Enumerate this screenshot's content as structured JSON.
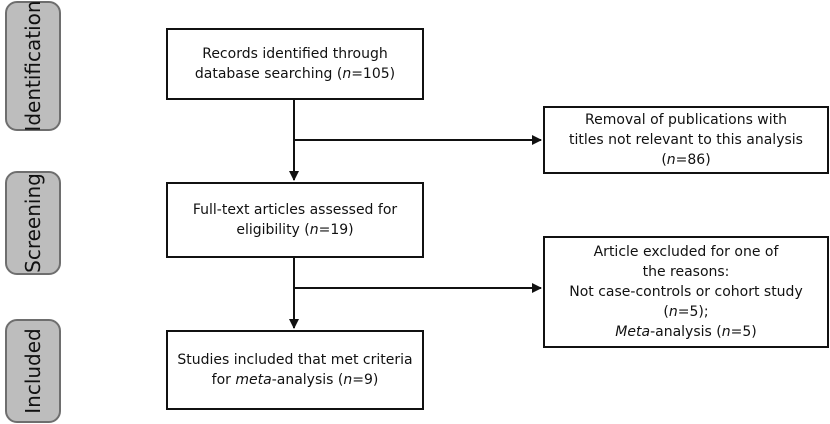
{
  "phases": {
    "identification": "Identification",
    "screening": "Screening",
    "included": "Included"
  },
  "boxes": {
    "records": {
      "line1": "Records identified through",
      "line2_pre": "database searching (",
      "line2_var": "n",
      "line2_post": "=105)"
    },
    "removal": {
      "line1": "Removal of publications with",
      "line2": "titles not relevant to this analysis",
      "line3_pre": "(",
      "line3_var": "n",
      "line3_post": "=86)"
    },
    "fulltext": {
      "line1": "Full-text articles assessed for",
      "line2_pre": "eligibility (",
      "line2_var": "n",
      "line2_post": "=19)"
    },
    "excluded": {
      "line1": "Article excluded for one of",
      "line2": "the reasons:",
      "line3": "Not case-controls or cohort  study",
      "line4_pre": "(",
      "line4_var": "n",
      "line4_post": "=5);",
      "line5_var": "Meta",
      "line5_mid": "-analysis (",
      "line5_var2": "n",
      "line5_post": "=5)"
    },
    "included": {
      "line1": "Studies included that met criteria",
      "line2_pre": "for ",
      "line2_var": "meta",
      "line2_mid": "-analysis (",
      "line2_var2": "n",
      "line2_post": "=9)"
    }
  }
}
